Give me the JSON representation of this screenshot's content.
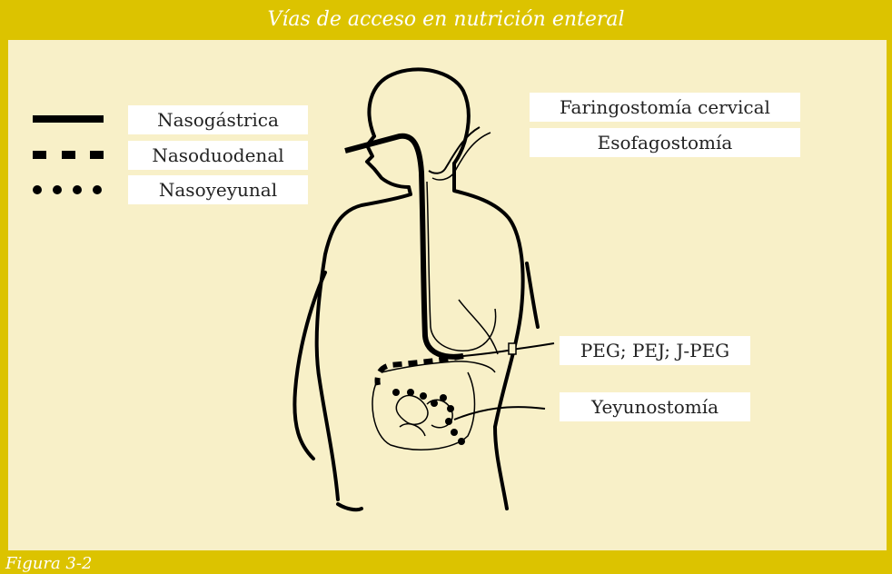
{
  "title": "Vías de acceso en nutrición enteral",
  "caption": "Figura 3-2",
  "legend": {
    "nasogastrica": "Nasogástrica",
    "nasoduodenal": "Nasoduodenal",
    "nasoyeyunal": "Nasoyeyunal"
  },
  "labels": {
    "faringostomia": "Faringostomía cervical",
    "esofagostomia": "Esofagostomía",
    "peg": "PEG; PEJ; J-PEG",
    "yeyunostomia": "Yeyunostomía"
  },
  "colors": {
    "frame": "#dcc300",
    "panel": "#f8f0c8",
    "ink": "#000000"
  },
  "icons": {
    "body": "human-torso-outline",
    "tubes": "feeding-tubes"
  }
}
